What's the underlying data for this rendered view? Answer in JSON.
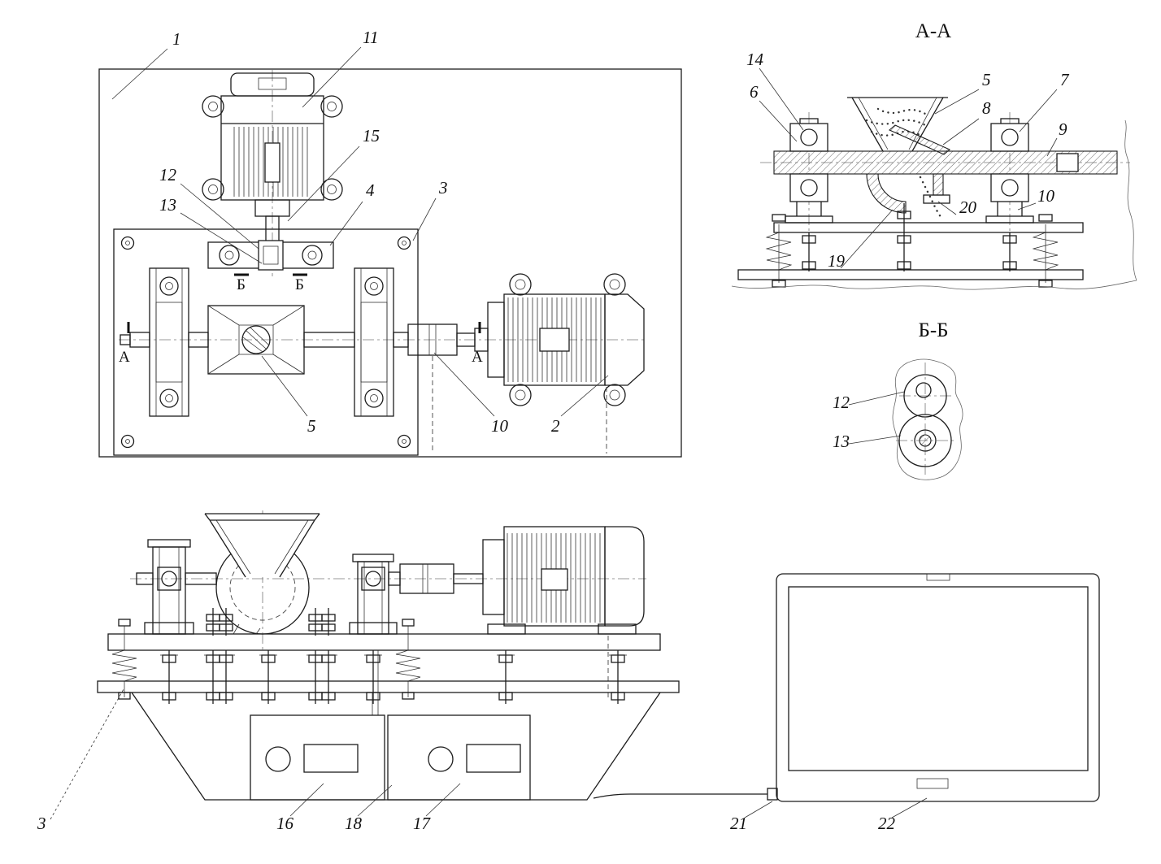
{
  "drawing": {
    "section_aa_title": "А-А",
    "section_bb_title": "Б-Б"
  },
  "labels": {
    "plan": {
      "n1": "1",
      "n11": "11",
      "n15": "15",
      "n12": "12",
      "n13": "13",
      "n4": "4",
      "n3": "3",
      "n5": "5",
      "n10": "10",
      "n2": "2",
      "cut_a_left": "А",
      "cut_a_right": "А",
      "cut_b_left": "Б",
      "cut_b_right": "Б"
    },
    "section_aa": {
      "n14": "14",
      "n6": "6",
      "n5": "5",
      "n8": "8",
      "n7": "7",
      "n9": "9",
      "n10": "10",
      "n20": "20",
      "n19": "19"
    },
    "section_bb": {
      "n12": "12",
      "n13": "13"
    },
    "front": {
      "n3": "3",
      "n16": "16",
      "n18": "18",
      "n17": "17",
      "n21": "21",
      "n22": "22"
    }
  }
}
